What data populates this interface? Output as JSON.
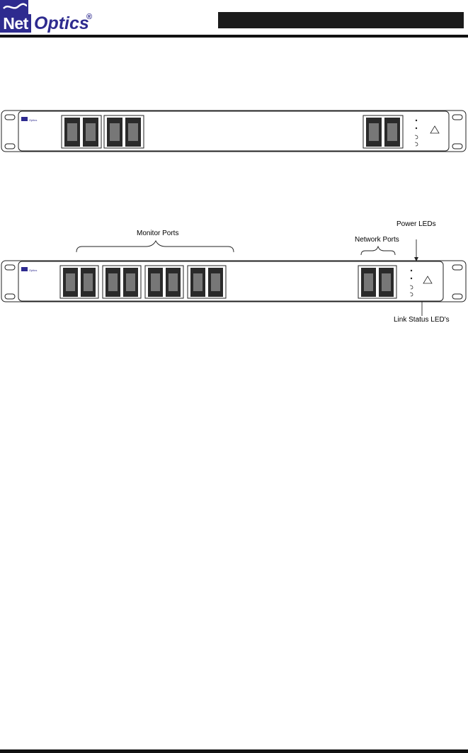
{
  "logo": {
    "net": "Net",
    "optics": "Optics",
    "registered": "®",
    "mini_brand": "Optics"
  },
  "annotations": {
    "monitor_ports": "Monitor Ports",
    "network_ports": "Network Ports",
    "power_leds": "Power LEDs",
    "link_status_leds": "Link Status LED's"
  },
  "colors": {
    "brand": "#2e2b8f",
    "bar": "#1b1b1b"
  },
  "icons": [
    "warning-triangle-icon",
    "port-icon"
  ]
}
